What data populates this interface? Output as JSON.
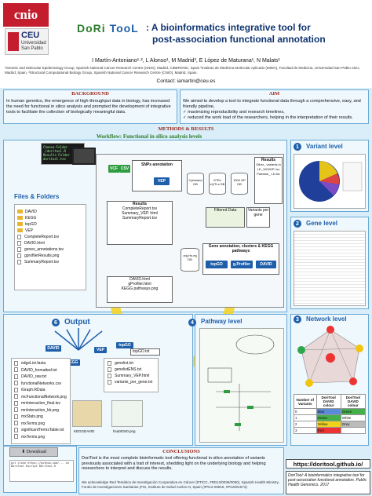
{
  "header": {
    "cnio_logo": "cnio",
    "ceu_name": "CEU",
    "ceu_sub1": "Universidad",
    "ceu_sub2": "San Pablo",
    "tool_logo_a": "DoRi",
    "tool_logo_b": "TooL",
    "title_line1": ": A bioinformatics integrative tool for",
    "title_line2": "post-association functional annotation",
    "authors": "I Martín-Antoniano¹·², L Alonso¹, M Madrid³, E López de Maturana¹, N Malats¹",
    "affiliations": "¹Genetic and Molecular Epidemiology Group, Spanish National Cancer Research Centre (CNIO), Madrid, CIBERONC, Spain ²Instituto de Medicina Molecular Aplicado (IMMA), Facultad de Medicina, Universidad San Pablo CEU, Madrid, Spain, ³Structural Computational Biology Group, Spanish National Cancer Research Centre (CNIO), Madrid, Spain.",
    "contact": "Contact: iamartin@ceu.es"
  },
  "background": {
    "heading": "BACKGROUND",
    "text": "In human genetics, the emergence of high-throughput data in biology, has increased the need for functional in silico analysis and prompted the development of integrative tools to facilitate the collection of biologically meaningful data."
  },
  "aim": {
    "heading": "AIM",
    "text1": "We aimed to develop a tool to integrate functional data through a comprehensive, easy, and friendly pipeline,",
    "bullet1": "✓ maximizing reproducibility and research timelines,",
    "bullet2": "✓ reduced the work load of the researchers, helping in the interpretation of their results."
  },
  "methods": {
    "heading": "METHODS & RESULTS",
    "workflow": "Workflow: Functional in silico analysis levels",
    "files_label": "Files & Folders",
    "variant_level": "Variant level",
    "gene_level": "Gene level",
    "network_level": "Network level",
    "pathway_level": "Pathway level",
    "output_label": "Output",
    "num1": "1",
    "num2": "2",
    "num3": "3",
    "num4": "4",
    "num5": "5",
    "num6": "6"
  },
  "workflow_boxes": {
    "vcf": "VCF",
    "csv": "CSV",
    "snps_annotation": "SNPs annotation",
    "vep": "VEP",
    "cytoband": "Cytoband DB",
    "gtex": "GTEx eQTLs DB",
    "g1000": "1000 GP DB",
    "results": "Results",
    "other_variants": "Other_ variants in LD_1000GP. tsv",
    "pairwise": "Pairwise_ LD.tsv",
    "results2": "Results",
    "complete_report": "CompleteReport.tsv",
    "summary_vep": "Summary_VEP. html",
    "summary_report": "SummaryReport.tsv",
    "filtered_data": "Filtered Data",
    "variants_per_gene": "Variants per gene",
    "gene_annotation": "Gene annotation, clusters & KEGG pathways",
    "topgo": "topGO",
    "gprofiler": "g.Profiler",
    "david": "DAVID",
    "orgHs": "org.Hs.eg DB",
    "david_html": "DAVID.html",
    "gprofiler_html": "gProfiler.html",
    "kegg_png": "KEGG pathways.png"
  },
  "files": [
    {
      "icon": "folder",
      "name": "DAVID"
    },
    {
      "icon": "folder",
      "name": "KEGG"
    },
    {
      "icon": "folder",
      "name": "topGO"
    },
    {
      "icon": "folder",
      "name": "VEP"
    },
    {
      "icon": "file",
      "name": "CompleteReport.tsv"
    },
    {
      "icon": "file",
      "name": "DAVID.html"
    },
    {
      "icon": "file",
      "name": "genes_annotations.tsv"
    },
    {
      "icon": "file",
      "name": "gprofilerResults.png"
    },
    {
      "icon": "file",
      "name": "SummaryReport.tsv"
    }
  ],
  "output": {
    "david": "DAVID",
    "kegg": "KEGG",
    "vep": "VEP",
    "topgo": "topGO",
    "topgo_txt": "topGO.txt",
    "genelist": "genelist.txt",
    "genelistens": "genelistENS.txt",
    "summary_vep": "Summary_VEP.html",
    "variants_per_gene": "variants_per_gene.txt",
    "keggdavid": "KEGGDAVID",
    "hsa": "hsa00340.png",
    "files": [
      "edgeList.fasta",
      "DAVID_formatted.txt",
      "DAVID_raw.txt",
      "functionalNetworks.csv",
      "iGraph.RData",
      "mcFunctionalNetwork.png",
      "mnInteraction_final.tsv",
      "mnInteraction_kb.png",
      "mxStats.png",
      "mxTerms.png",
      "significantTermsTable.txt",
      "mxTerms.png"
    ]
  },
  "network_table": {
    "headers": [
      "Number of Variants",
      "DoriTool DAVID colour",
      "DoriTool DAVID colour"
    ],
    "rows": [
      [
        "0",
        "Blue",
        "Green"
      ],
      [
        "1",
        "Green",
        "White"
      ],
      [
        "2",
        "Yellow",
        "Grey"
      ],
      [
        "3",
        "Red",
        ""
      ]
    ]
  },
  "conclusions": {
    "heading": "CONCLUSIONS",
    "text": "DoriTool is the most complete bioinformatic tool offering functional in silico annotation of variants previously associated with a trait of interest, shedding light on the underlying biology and helping researchers to interpret and discuss the results.",
    "ack": "We acknowledge Red Temática de Investigación Cooperativa en Cáncer (RTICC, #RD12/0036/0050), Spanish Health Ministry, Fondo de Investigaciones Sanitarias (FIS, Instituto de Salud Carlos III, Spain (#PI12-00815, #PI15/01573)"
  },
  "download": {
    "label": "Download",
    "code": "git clone https://github.com/... cd DoriTool Rscript DoriTool.R"
  },
  "footer": {
    "url": "https://doritool.github.io/",
    "tagline": "DoriTool: A bioinformatics integrative tool for post-association functional annotation. Public Health Genomics. 2017"
  },
  "colors": {
    "primary": "#1f5faa",
    "accent": "#c41e2e",
    "heading_red": "#9a1e10"
  }
}
